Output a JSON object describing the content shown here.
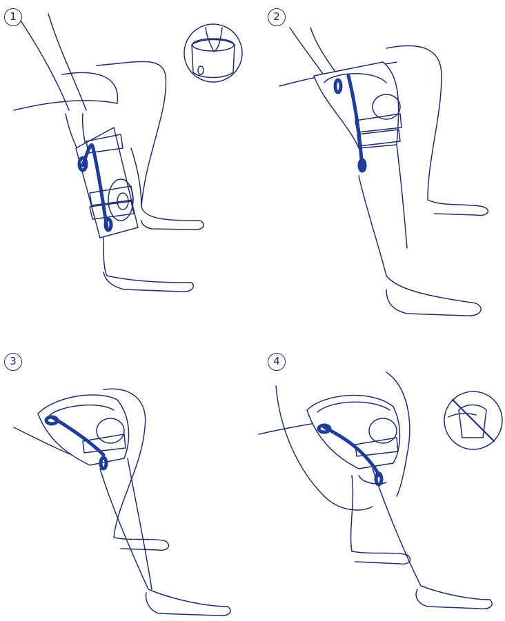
{
  "steps": [
    {
      "number": "1"
    },
    {
      "number": "2"
    },
    {
      "number": "3"
    },
    {
      "number": "4"
    }
  ],
  "colors": {
    "line": "#1f2d6b",
    "strap": "#1f3c96",
    "background": "#ffffff"
  },
  "inset_icons": [
    "strap-loop-detail-icon",
    "prohibited-pulling-icon"
  ]
}
